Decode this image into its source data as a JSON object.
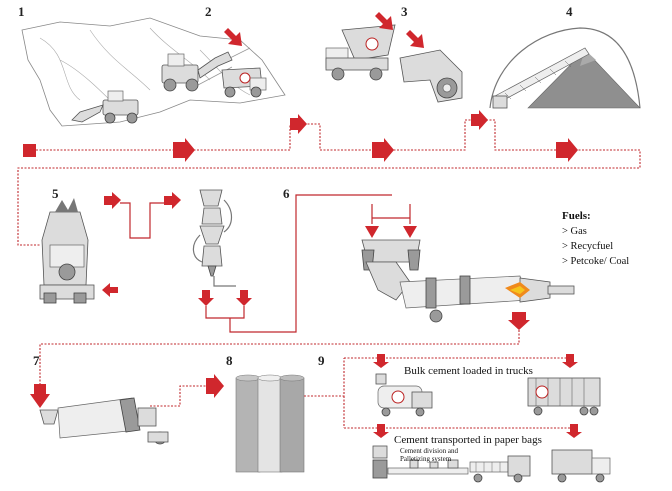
{
  "steps": {
    "s1": "1",
    "s2": "2",
    "s3": "3",
    "s4": "4",
    "s5": "5",
    "s6": "6",
    "s7": "7",
    "s8": "8",
    "s9": "9"
  },
  "fuels": {
    "title": "Fuels:",
    "items": [
      "> Gas",
      "> Recycfuel",
      "> Petcoke/ Coal"
    ]
  },
  "distribution": {
    "bulk_label": "Bulk cement loaded in trucks",
    "bags_label": "Cement transported in paper bags",
    "palletizing_line1": "Cement division and",
    "palletizing_line2": "Palletizing system"
  },
  "colors": {
    "flow": "#c0282d",
    "machinery": "#dcdcdc",
    "silo": "#b8b8b8"
  }
}
